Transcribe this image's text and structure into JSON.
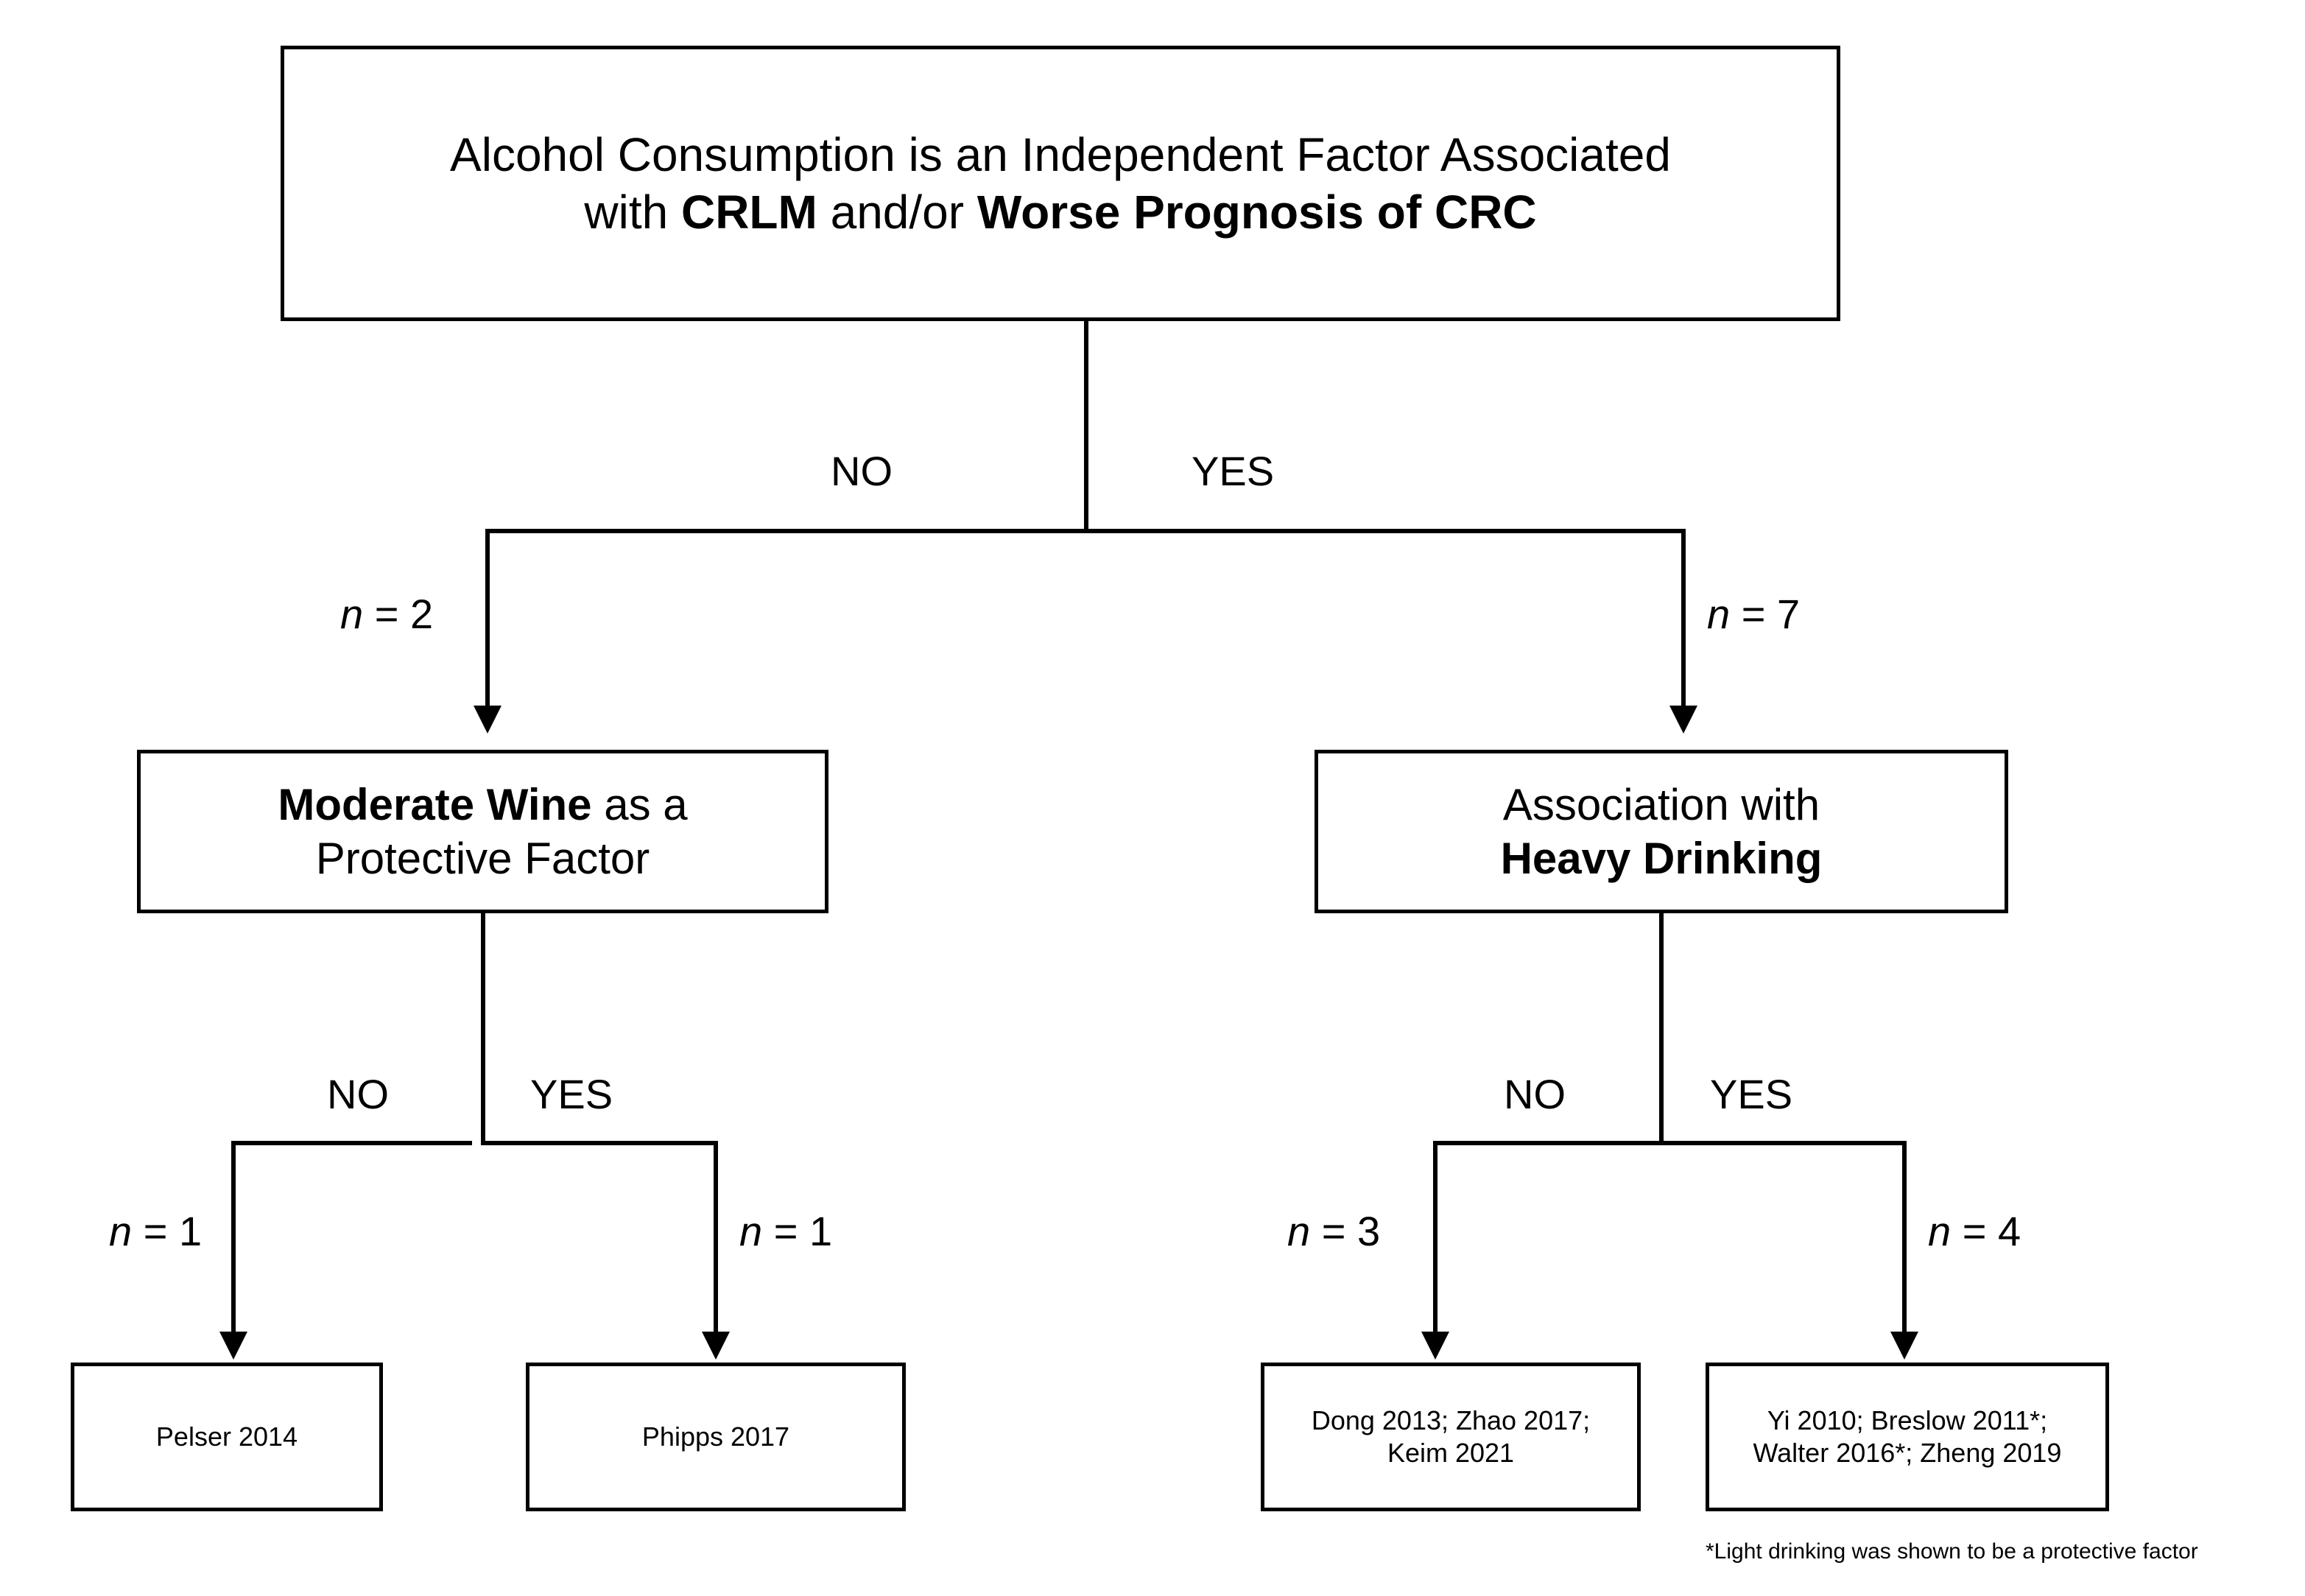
{
  "diagram": {
    "title_text": "Alcohol Consumption is an Independent Factor Associated with CRLM and/or Worse Prognosis of CRC",
    "root": {
      "line1_prefix": "Alcohol Consumption is an Independent Factor Associated",
      "line2_prefix": "with ",
      "line2_bold1": "CRLM",
      "line2_mid": " and/or ",
      "line2_bold2": "Worse Prognosis of CRC"
    },
    "branch_root": {
      "no_label": "NO",
      "yes_label": "YES",
      "no_count": "n = 2",
      "yes_count": "n = 7",
      "no_count_italic": "n",
      "no_count_rest": " = 2",
      "yes_count_italic": "n",
      "yes_count_rest": " = 7"
    },
    "wine_node": {
      "bold": "Moderate Wine",
      "rest": " as a",
      "line2": "Protective Factor"
    },
    "heavy_node": {
      "line1": "Association with",
      "bold": "Heavy Drinking"
    },
    "branch_wine": {
      "no_label": "NO",
      "yes_label": "YES",
      "no_count_italic": "n",
      "no_count_rest": " = 1",
      "yes_count_italic": "n",
      "yes_count_rest": " = 1"
    },
    "branch_heavy": {
      "no_label": "NO",
      "yes_label": "YES",
      "no_count_italic": "n",
      "no_count_rest": " = 3",
      "yes_count_italic": "n",
      "yes_count_rest": " = 4"
    },
    "leaves": {
      "pelser": "Pelser 2014",
      "phipps": "Phipps 2017",
      "dong_line1": "Dong 2013; Zhao 2017;",
      "dong_line2": "Keim 2021",
      "yi_line1": "Yi 2010; Breslow 2011*;",
      "yi_line2": "Walter 2016*; Zheng 2019"
    },
    "footnote": "*Light drinking was shown to be a protective factor",
    "colors": {
      "stroke": "#000000",
      "background": "#ffffff",
      "text": "#000000"
    }
  }
}
